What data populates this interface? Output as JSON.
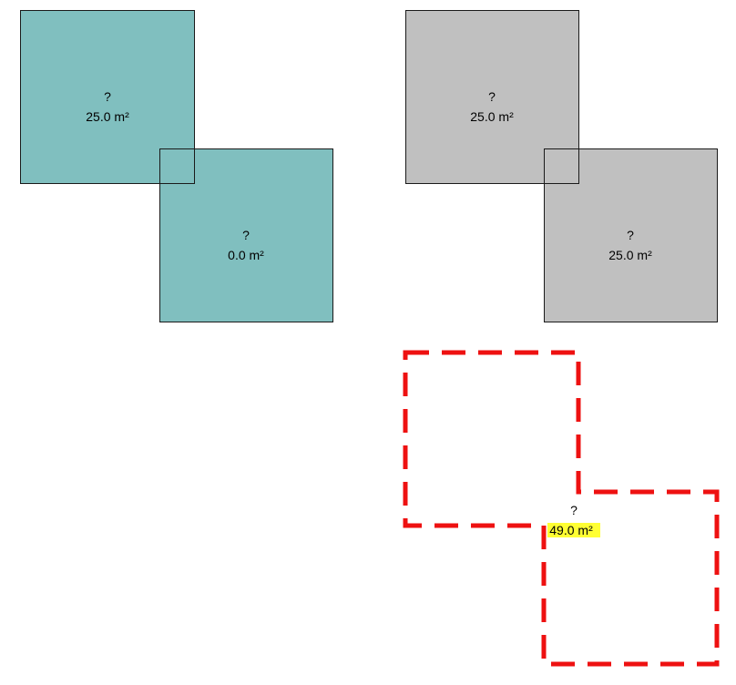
{
  "colors": {
    "teal_fill": "#80bfbf",
    "gray_fill": "#c0c0c0",
    "outline_red": "#ee1111",
    "highlight": "#ffff33"
  },
  "left_group": {
    "top_square": {
      "name": "?",
      "area": "25.0 m²"
    },
    "bottom_square": {
      "name": "?",
      "area": "0.0 m²"
    }
  },
  "right_group": {
    "top_square": {
      "name": "?",
      "area": "25.0 m²"
    },
    "bottom_square": {
      "name": "?",
      "area": "25.0 m²"
    }
  },
  "union_shape": {
    "name": "?",
    "area": "49.0 m²"
  }
}
